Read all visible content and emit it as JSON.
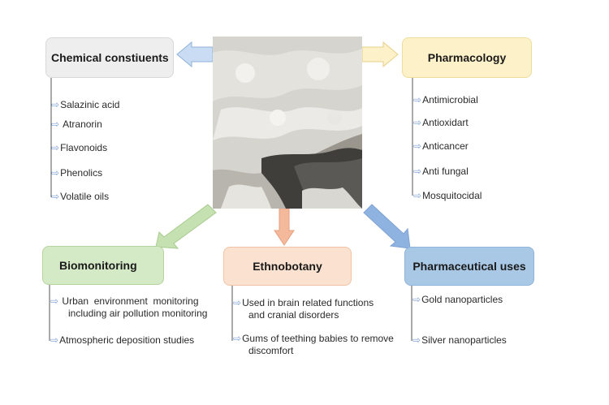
{
  "boxes": {
    "chemical": "Chemical constiuents",
    "pharmacology": "Pharmacology",
    "biomonitoring": "Biomonitoring",
    "ethnobotany": "Ethnobotany",
    "pharmaceutical": "Pharmaceutical uses"
  },
  "chemical_items": [
    "Salazinic acid",
    "Atranorin",
    "Flavonoids",
    "Phenolics",
    "Volatile oils"
  ],
  "pharmacology_items": [
    "Antimicrobial",
    "Antioxidart",
    "Anticancer",
    "Anti fungal",
    "Mosquitocidal"
  ],
  "biomonitoring_items": {
    "item1_line1": "Urban  environment  monitoring",
    "item1_line2": "including air pollution monitoring",
    "item2": "Atmospheric deposition studies"
  },
  "ethnobotany_items": {
    "item1_line1": "Used in brain related functions",
    "item1_line2": "and cranial disorders",
    "item2_line1": "Gums of teething babies to remove",
    "item2_line2": "discomfort"
  },
  "pharmaceutical_items": [
    "Gold nanoparticles",
    "Silver nanoparticles"
  ],
  "bullet_glyph": "⇨",
  "colors": {
    "chem_box": "#eeeeee",
    "pharm_box": "#fdf1c9",
    "bio_box": "#d4e9c6",
    "ethno_box": "#fbe1cf",
    "uses_box": "#a9c8e6"
  }
}
